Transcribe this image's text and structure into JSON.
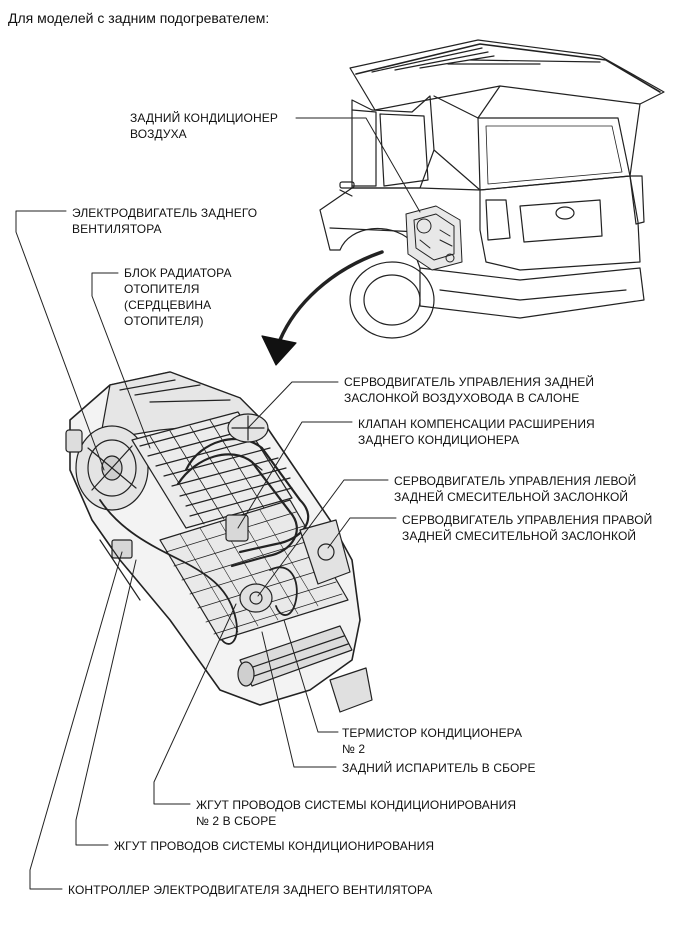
{
  "heading": "Для моделей с задним подогревателем:",
  "labels": {
    "rear_ac_unit": [
      "ЗАДНИЙ КОНДИЦИОНЕР",
      "ВОЗДУХА"
    ],
    "rear_blower_motor": [
      "ЭЛЕКТРОДВИГАТЕЛЬ ЗАДНЕГО",
      "ВЕНТИЛЯТОРА"
    ],
    "heater_core": [
      "БЛОК РАДИАТОРА",
      "ОТОПИТЕЛЯ",
      "(СЕРДЦЕВИНА",
      "ОТОПИТЕЛЯ)"
    ],
    "rear_duct_servo": [
      "СЕРВОДВИГАТЕЛЬ УПРАВЛЕНИЯ ЗАДНЕЙ",
      "ЗАСЛОНКОЙ ВОЗДУХОВОДА В САЛОНЕ"
    ],
    "expansion_valve": [
      "КЛАПАН КОМПЕНСАЦИИ РАСШИРЕНИЯ",
      "ЗАДНЕГО КОНДИЦИОНЕРА"
    ],
    "left_mix_servo": [
      "СЕРВОДВИГАТЕЛЬ УПРАВЛЕНИЯ ЛЕВОЙ",
      "ЗАДНЕЙ СМЕСИТЕЛЬНОЙ ЗАСЛОНКОЙ"
    ],
    "right_mix_servo": [
      "СЕРВОДВИГАТЕЛЬ УПРАВЛЕНИЯ ПРАВОЙ",
      "ЗАДНЕЙ СМЕСИТЕЛЬНОЙ ЗАСЛОНКОЙ"
    ],
    "thermistor": [
      "ТЕРМИСТОР КОНДИЦИОНЕРА",
      "№ 2"
    ],
    "evaporator": [
      "ЗАДНИЙ ИСПАРИТЕЛЬ В СБОРЕ"
    ],
    "harness_no2": [
      "ЖГУТ ПРОВОДОВ СИСТЕМЫ КОНДИЦИОНИРОВАНИЯ",
      "№ 2 В СБОРЕ"
    ],
    "harness": [
      "ЖГУТ ПРОВОДОВ СИСТЕМЫ КОНДИЦИОНИРОВАНИЯ"
    ],
    "blower_controller": [
      "КОНТРОЛЛЕР ЭЛЕКТРОДВИГАТЕЛЯ ЗАДНЕГО ВЕНТИЛЯТОРА"
    ]
  }
}
